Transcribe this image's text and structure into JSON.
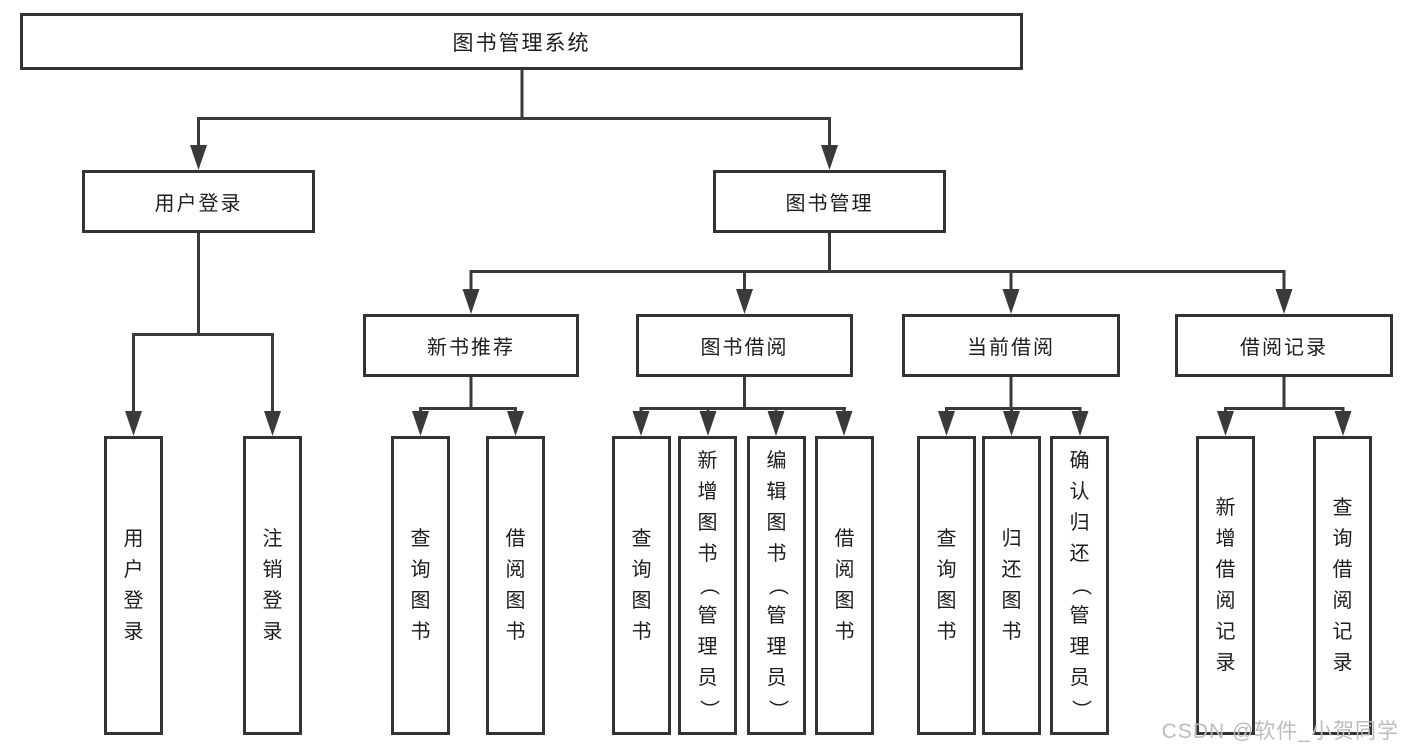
{
  "diagram_title": "图书管理系统",
  "watermark": "CSDN @软件_小贺同学",
  "colors": {
    "background": "#ffffff",
    "line": "#3a3a3a",
    "box_border": "#333333",
    "text": "#1d1d1d",
    "watermark": "#bcbcbc"
  },
  "tree": {
    "root": {
      "label": "图书管理系统"
    },
    "branches": [
      {
        "label": "用户登录",
        "children": [
          {
            "label": "用户登录"
          },
          {
            "label": "注销登录"
          }
        ]
      },
      {
        "label": "图书管理",
        "children": [
          {
            "label": "新书推荐",
            "children": [
              {
                "label": "查询图书"
              },
              {
                "label": "借阅图书"
              }
            ]
          },
          {
            "label": "图书借阅",
            "children": [
              {
                "label": "查询图书"
              },
              {
                "label": "新增图书（管理员）"
              },
              {
                "label": "编辑图书（管理员）"
              },
              {
                "label": "借阅图书"
              }
            ]
          },
          {
            "label": "当前借阅",
            "children": [
              {
                "label": "查询图书"
              },
              {
                "label": "归还图书"
              },
              {
                "label": "确认归还（管理员）"
              }
            ]
          },
          {
            "label": "借阅记录",
            "children": [
              {
                "label": "新增借阅记录"
              },
              {
                "label": "查询借阅记录"
              }
            ]
          }
        ]
      }
    ]
  }
}
